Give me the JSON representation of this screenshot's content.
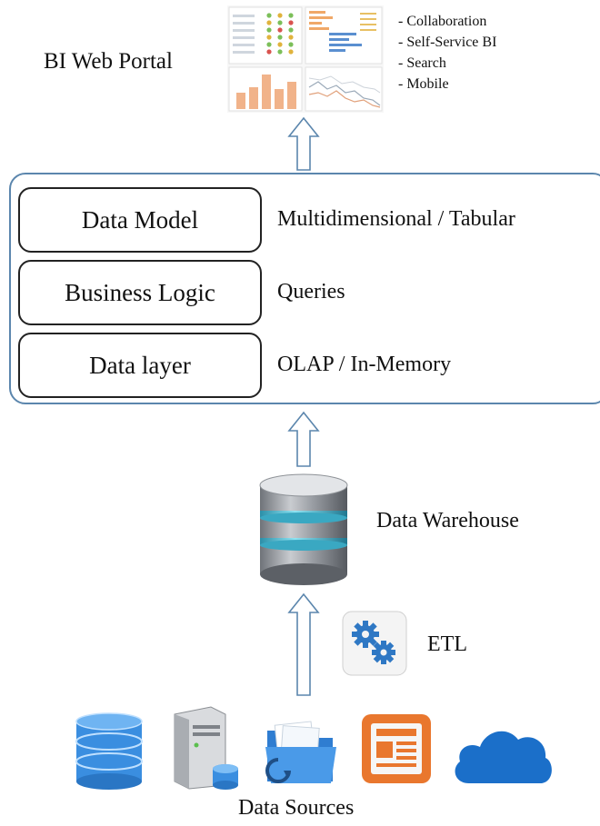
{
  "portal": {
    "title": "BI Web Portal",
    "features": [
      "- Collaboration",
      "- Self-Service BI",
      "- Search",
      "- Mobile"
    ]
  },
  "layers": [
    {
      "label": "Data Model",
      "description": "Multidimensional / Tabular"
    },
    {
      "label": "Business Logic",
      "description": "Queries"
    },
    {
      "label": "Data layer",
      "description": "OLAP / In-Memory"
    }
  ],
  "warehouse": {
    "label": "Data Warehouse"
  },
  "etl": {
    "label": "ETL"
  },
  "sources": {
    "label": "Data Sources",
    "icons": [
      "database-icon",
      "server-icon",
      "folder-icon",
      "document-icon",
      "cloud-icon"
    ]
  },
  "colors": {
    "stack_border": "#5b86ad",
    "arrow": "#5b86ad",
    "db_teal": "#4fbfd8",
    "gear_blue": "#2f78c4",
    "doc_orange": "#e9772e",
    "cloud_blue": "#1b6fc9"
  }
}
